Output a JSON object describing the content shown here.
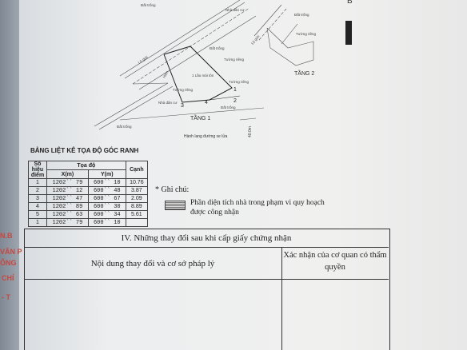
{
  "drawing": {
    "label_b": "B",
    "floor1": "TẦNG 1",
    "floor2": "TẦNG 2",
    "corridor": "Hành lang đường xe lửa",
    "dim": "40.0m",
    "labels": {
      "dat_trong_top": "Đất trống",
      "nha_dan_cu": "Nhà dân cư",
      "tuong_rieng_1": "Tường riêng",
      "tuong_rieng_2": "Tường riêng",
      "tuong_rieng_3": "Tường riêng",
      "dat_trong_mid": "Đất trống",
      "dat_trong_bot": "Đất trống",
      "dat_trong_left": "Đất trống",
      "nha_dan_cu_2": "Nhà dân cư",
      "mai_ton": "1 Lầu mái tôn",
      "lo_gioi": "Lộ giới",
      "hem": "Hẻm",
      "right_1": "Đất trống",
      "right_2": "Tường riêng",
      "right_3": "Lộ giới"
    },
    "points": [
      "1",
      "2",
      "3",
      "4"
    ]
  },
  "table": {
    "title": "BẢNG LIỆT KÊ TỌA ĐỘ GÓC RANH",
    "h_point": "Số hiệu điểm",
    "h_coord": "Tọa độ",
    "h_x": "X(m)",
    "h_y": "Y(m)",
    "h_edge": "Cạnh",
    "rows": [
      {
        "id": "1",
        "x": "1202`` 79",
        "y": "600`` 10",
        "edge": "10.76"
      },
      {
        "id": "2",
        "x": "1202`` 12",
        "y": "600`` 48",
        "edge": "3.87"
      },
      {
        "id": "3",
        "x": "1202`` 47",
        "y": "600`` 67",
        "edge": "2.09"
      },
      {
        "id": "4",
        "x": "1202`` 89",
        "y": "600`` 30",
        "edge": "8.89"
      },
      {
        "id": "5",
        "x": "1202`` 63",
        "y": "600`` 34",
        "edge": "5.61"
      },
      {
        "id": "1",
        "x": "1202`` 79",
        "y": "600`` 10",
        "edge": ""
      }
    ]
  },
  "legend": {
    "title": "* Ghi chú:",
    "item": "Phần diện tích nhà trong phạm vi quy hoạch được công nhận"
  },
  "section": {
    "title": "IV. Những thay đổi sau khi cấp giấy chứng nhận",
    "col1": "Nội dung thay đổi và cơ sở pháp lý",
    "col2": "Xác nhận của cơ quan có thẩm quyền"
  },
  "stamp": {
    "l1": "N.B",
    "l2": "VĂN P",
    "l3": "ÔNG",
    "l4": "CHÍ",
    "l5": "- T"
  }
}
